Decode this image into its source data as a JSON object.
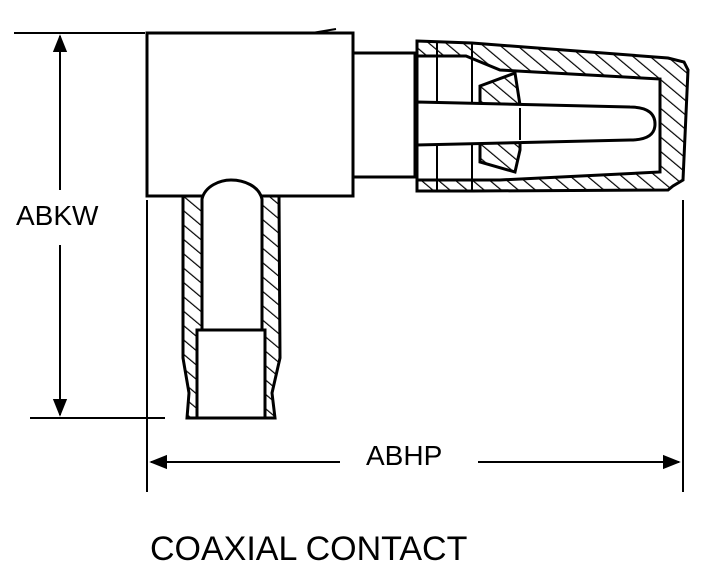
{
  "diagram": {
    "dimension_vertical_label": "ABKW",
    "dimension_horizontal_label": "ABHP",
    "caption": "COAXIAL CONTACT"
  }
}
